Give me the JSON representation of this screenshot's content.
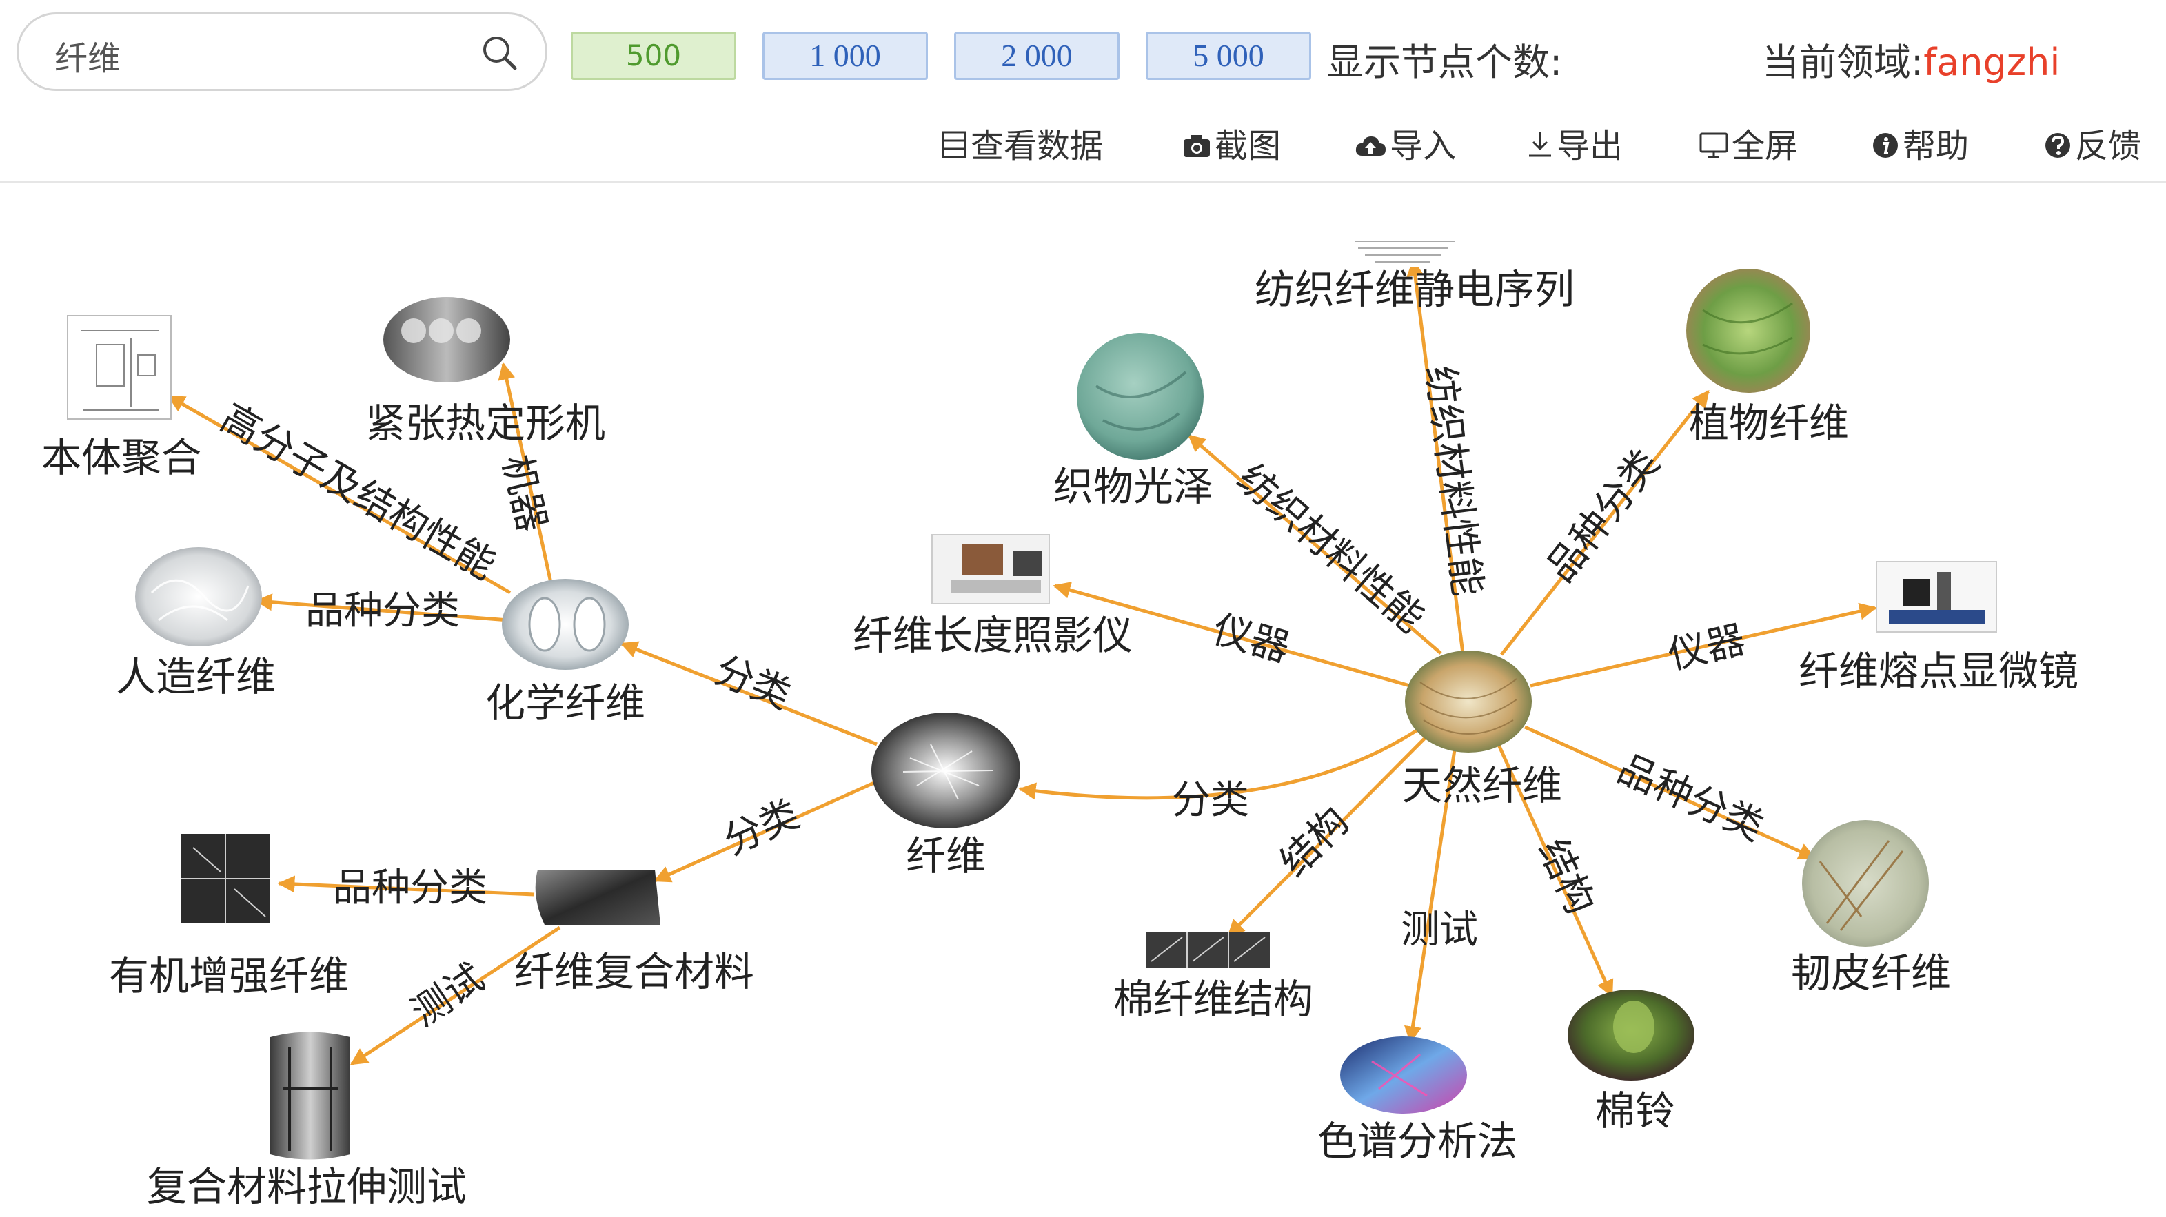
{
  "search": {
    "value": "纤维"
  },
  "node_count_buttons": [
    {
      "label": "500",
      "active": true
    },
    {
      "label": "1 000",
      "active": false
    },
    {
      "label": "2 000",
      "active": false
    },
    {
      "label": "5 000",
      "active": false
    }
  ],
  "node_count_label": "显示节点个数:",
  "domain": {
    "label": "当前领域:",
    "value": "fangzhi"
  },
  "toolbar": [
    {
      "icon": "table-icon",
      "label": "查看数据"
    },
    {
      "icon": "camera-icon",
      "label": "截图"
    },
    {
      "icon": "cloud-upload-icon",
      "label": "导入"
    },
    {
      "icon": "download-icon",
      "label": "导出"
    },
    {
      "icon": "monitor-icon",
      "label": "全屏"
    },
    {
      "icon": "info-icon",
      "label": "帮助"
    },
    {
      "icon": "question-icon",
      "label": "反馈"
    }
  ],
  "colors": {
    "edge": "#f0a030",
    "accent_red": "#e8402a",
    "active_green": "#4f9a2e",
    "button_blue": "#2f61b9"
  },
  "graph": {
    "nodes": [
      {
        "id": "fiber",
        "label": "纤维"
      },
      {
        "id": "natural",
        "label": "天然纤维"
      },
      {
        "id": "chemical",
        "label": "化学纤维"
      },
      {
        "id": "composite",
        "label": "纤维复合材料"
      },
      {
        "id": "bulk",
        "label": "本体聚合"
      },
      {
        "id": "heatset",
        "label": "紧张热定形机"
      },
      {
        "id": "manmade",
        "label": "人造纤维"
      },
      {
        "id": "organic",
        "label": "有机增强纤维"
      },
      {
        "id": "tensile",
        "label": "复合材料拉伸测试"
      },
      {
        "id": "lengthmeter",
        "label": "纤维长度照影仪"
      },
      {
        "id": "luster",
        "label": "织物光泽"
      },
      {
        "id": "electro",
        "label": "纺织纤维静电序列"
      },
      {
        "id": "plant",
        "label": "植物纤维"
      },
      {
        "id": "melting",
        "label": "纤维熔点显微镜"
      },
      {
        "id": "bast",
        "label": "韧皮纤维"
      },
      {
        "id": "boll",
        "label": "棉铃"
      },
      {
        "id": "chromato",
        "label": "色谱分析法"
      },
      {
        "id": "cottonstruct",
        "label": "棉纤维结构"
      }
    ],
    "edges": [
      {
        "from": "fiber",
        "to": "chemical",
        "label": "分类"
      },
      {
        "from": "fiber",
        "to": "composite",
        "label": "分类"
      },
      {
        "from": "natural",
        "to": "fiber",
        "label": "分类"
      },
      {
        "from": "chemical",
        "to": "bulk",
        "label": "高分子及结构性能"
      },
      {
        "from": "chemical",
        "to": "heatset",
        "label": "机器"
      },
      {
        "from": "chemical",
        "to": "manmade",
        "label": "品种分类"
      },
      {
        "from": "composite",
        "to": "organic",
        "label": "品种分类"
      },
      {
        "from": "composite",
        "to": "tensile",
        "label": "测试"
      },
      {
        "from": "natural",
        "to": "lengthmeter",
        "label": "仪器"
      },
      {
        "from": "natural",
        "to": "luster",
        "label": "纺织材料性能"
      },
      {
        "from": "natural",
        "to": "electro",
        "label": "纺织材料性能"
      },
      {
        "from": "natural",
        "to": "plant",
        "label": "品种分类"
      },
      {
        "from": "natural",
        "to": "melting",
        "label": "仪器"
      },
      {
        "from": "natural",
        "to": "bast",
        "label": "品种分类"
      },
      {
        "from": "natural",
        "to": "boll",
        "label": "结构"
      },
      {
        "from": "natural",
        "to": "chromato",
        "label": "测试"
      },
      {
        "from": "natural",
        "to": "cottonstruct",
        "label": "结构"
      }
    ]
  }
}
